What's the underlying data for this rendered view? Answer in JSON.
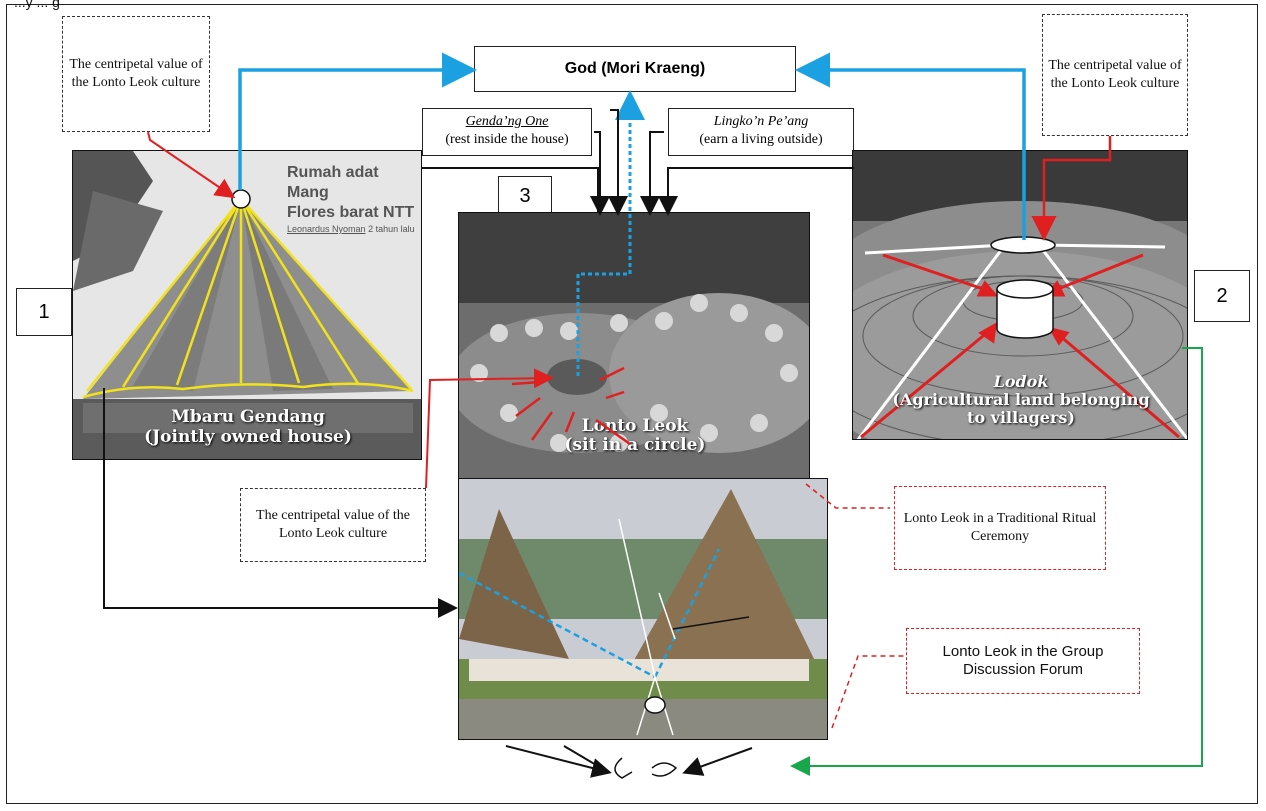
{
  "header": {
    "text": "...y    ...                                                              g"
  },
  "god_box": {
    "label": "God (Mori Kraeng)"
  },
  "centripetal_left": {
    "label": "The centripetal value of the Lonto Leok culture"
  },
  "centripetal_right": {
    "label": "The centripetal value of the Lonto Leok culture"
  },
  "centripetal_bottom": {
    "label": "The centripetal value of the Lonto Leok culture"
  },
  "gendang_one": {
    "title": "Genda’ng One",
    "subtitle": "(rest inside the house)"
  },
  "lingko_pang": {
    "title": "Lingko’n Pe’ang",
    "subtitle": "(earn a living outside)"
  },
  "numbers": {
    "one": "1",
    "two": "2",
    "three": "3"
  },
  "photo_house": {
    "overlay_line1": "Rumah adat Mang",
    "overlay_line2": "Flores barat NTT",
    "overlay_author": "Leonardus Nyoman",
    "overlay_time": "2 tahun lalu",
    "caption_line1": "Mbaru Gendang",
    "caption_line2": "(Jointly owned house)"
  },
  "photo_circle": {
    "caption_line1": "Lonto Leok",
    "caption_line2": "(sit in a circle)"
  },
  "photo_land": {
    "caption_line1": "Lodok",
    "caption_line2": "(Agricultural land belonging",
    "caption_line3": "to villagers)"
  },
  "ritual_note": {
    "label": "Lonto Leok in a Traditional Ritual Ceremony"
  },
  "forum_note": {
    "label": "Lonto Leok in the Group Discussion Forum"
  },
  "colors": {
    "blue": "#1ba1e2",
    "red": "#e02020",
    "green": "#1aa64a",
    "yellow": "#f2e21a",
    "black": "#111111"
  }
}
